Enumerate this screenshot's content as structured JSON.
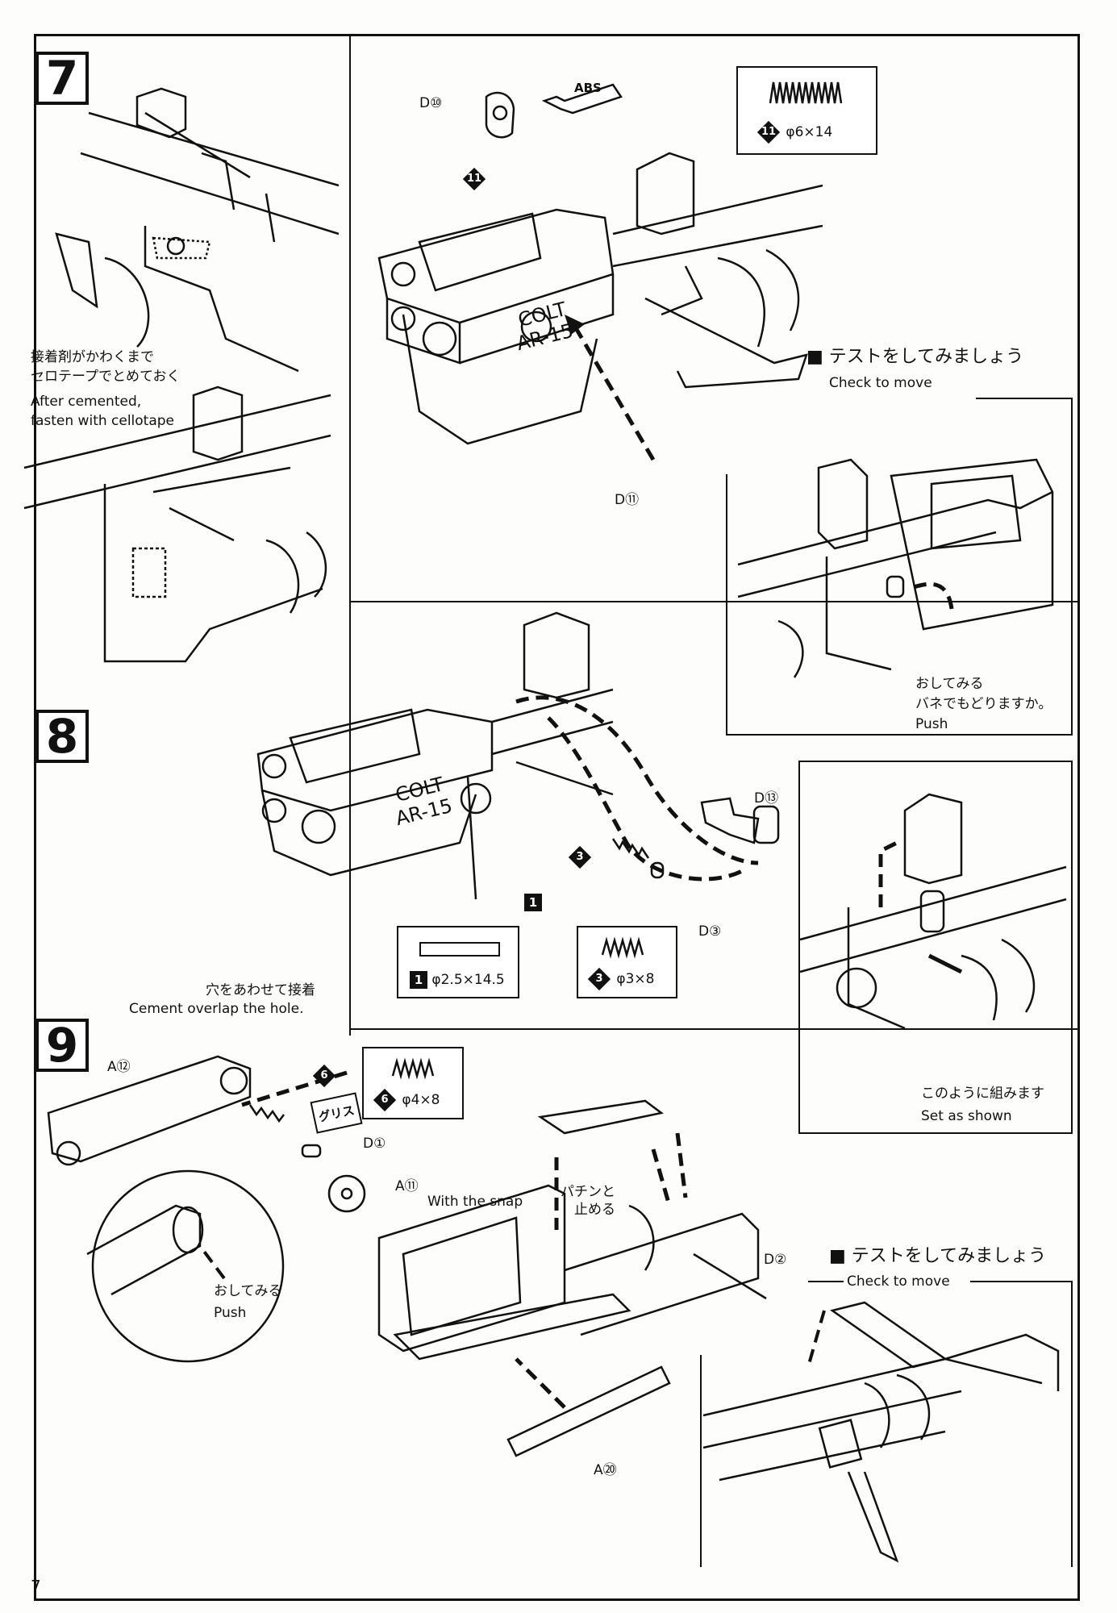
{
  "page_number": "7",
  "steps": {
    "s7": "7",
    "s8": "8",
    "s9": "9"
  },
  "step7": {
    "note_jp_1": "接着剤がかわくまで",
    "note_jp_2": "セロテープでとめておく",
    "note_en_1": "After cemented,",
    "note_en_2": "fasten with cellotape",
    "part_d10": "D⑩",
    "part_d11": "D⑪",
    "spring_label": "⑪",
    "spring_diamond": "11",
    "spring_spec": "φ6×14",
    "glue_label": "ABS",
    "receiver_mark_1": "COLT",
    "receiver_mark_2": "AR-15",
    "test_title": "■ テストをしてみましょう",
    "test_title_en": "Check to move",
    "test_note_jp_1": "おしてみる",
    "test_note_jp_2": "バネでもどりますか。",
    "test_note_en": "Push"
  },
  "step8": {
    "part_d13": "D⑬",
    "part_d3": "D③",
    "pin_no": "1",
    "pin_spec": "φ2.5×14.5",
    "spring_no": "3",
    "spring_spec": "φ3×8",
    "receiver_mark_1": "COLT",
    "receiver_mark_2": "AR-15",
    "assembled_jp": "このように組みます",
    "assembled_en": "Set as shown"
  },
  "step9": {
    "note_jp": "穴をあわせて接着",
    "note_en": "Cement overlap the hole.",
    "part_a12": "A⑫",
    "part_d1": "D①",
    "part_a11": "A⑪",
    "part_d2": "D②",
    "part_a20": "A⑳",
    "spring_no": "6",
    "spring_spec": "φ4×8",
    "grease_label": "グリス",
    "push_jp": "おしてみる",
    "push_en": "Push",
    "snap_en": "With the snap",
    "snap_jp_1": "パチンと",
    "snap_jp_2": "止める",
    "test_title": "■ テストをしてみましょう",
    "test_title_en": "Check to move"
  }
}
